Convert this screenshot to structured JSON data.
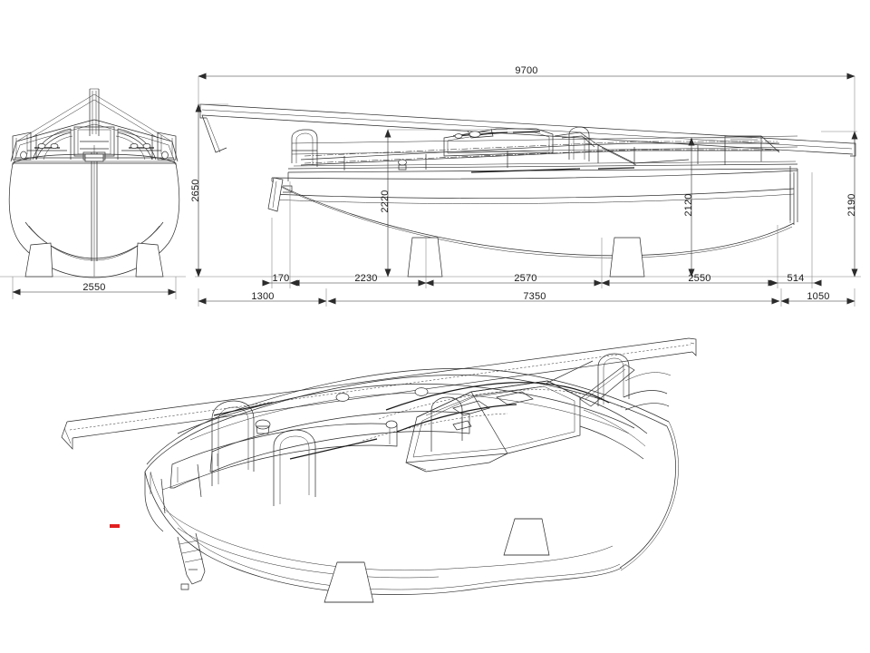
{
  "drawing": {
    "type": "naval-architecture-general-arrangement",
    "subject": "Sailboat / yacht hull with deck, rig base, pulpit rails and cradle stands",
    "units": "mm",
    "line_color": "#2b2b2b",
    "accent_color": "#e02020",
    "background_color": "#ffffff"
  },
  "views": {
    "front": {
      "name": "front-elevation-view",
      "label": ""
    },
    "side": {
      "name": "side-elevation-view",
      "label": ""
    },
    "perspective": {
      "name": "perspective-3d-view",
      "label": ""
    }
  },
  "dimensions": {
    "overall_length": "9700",
    "front_beam": "2550",
    "side_height_left": "2650",
    "side_height_right": "2190",
    "mast_height_fwd": "2220",
    "mast_height_aft": "2120",
    "chain_170": "170",
    "chain_2230": "2230",
    "chain_2570": "2570",
    "chain_2550": "2550",
    "chain_514": "514",
    "base_1300": "1300",
    "base_7350": "7350",
    "base_1050": "1050"
  }
}
